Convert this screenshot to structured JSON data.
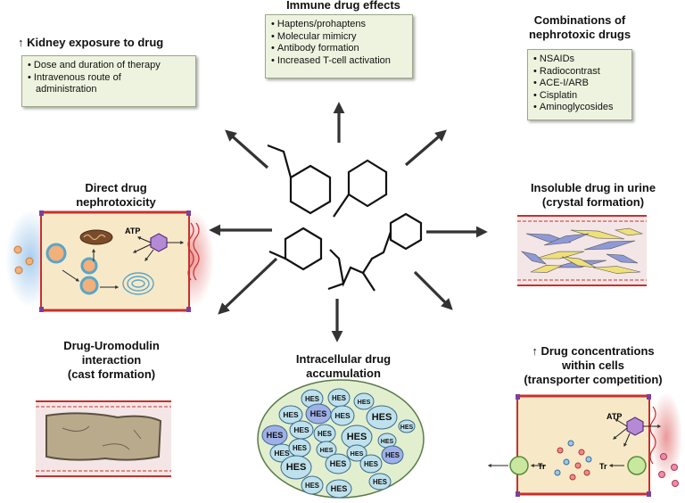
{
  "sections": {
    "immune": {
      "title": "Immune drug effects",
      "items": [
        "Haptens/prohaptens",
        "Molecular mimicry",
        "Antibody formation",
        "Increased T-cell activation"
      ]
    },
    "kidney": {
      "title": "↑ Kidney exposure to drug",
      "items": [
        "Dose and duration of therapy",
        "Intravenous route of",
        "administration"
      ]
    },
    "combo": {
      "title_line1": "Combinations of",
      "title_line2": "nephrotoxic drugs",
      "items": [
        "NSAIDs",
        "Radiocontrast",
        "ACE-I/ARB",
        "Cisplatin",
        "Aminoglycosides"
      ]
    },
    "direct": {
      "title_line1": "Direct drug",
      "title_line2": "nephrotoxicity",
      "atp": "ATP"
    },
    "insoluble": {
      "title_line1": "Insoluble drug in urine",
      "title_line2": "(crystal formation)"
    },
    "uromodulin": {
      "title_line1": "Drug-Uromodulin",
      "title_line2": "interaction",
      "title_line3": "(cast formation)"
    },
    "intracellular": {
      "title_line1": "Intracellular drug",
      "title_line2": "accumulation",
      "vesicle_label": "HES"
    },
    "transport": {
      "title_line1": "↑ Drug concentrations",
      "title_line2": "within cells",
      "title_line3": "(transporter competition)",
      "atp": "ATP",
      "tr": "Tr"
    }
  },
  "colors": {
    "box_fill": "#eef3df",
    "cell_fill": "#f7e9c8",
    "membrane": "#c9302c",
    "vesicle_fill": "#bfe1ec",
    "crystal_blue": "#8e9ad8",
    "crystal_yellow": "#f0e07a",
    "transporter_green": "#c8e8a0",
    "pump_purple": "#b48ad6"
  }
}
